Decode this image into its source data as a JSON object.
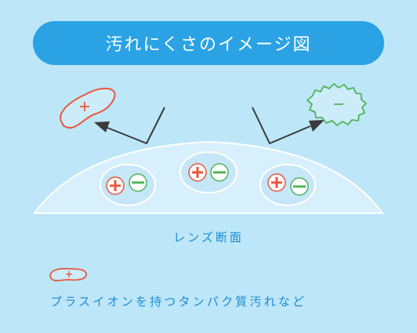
{
  "title": "汚れにくさのイメージ図",
  "lens_caption": "レンズ断面",
  "legend_text": "プラスイオンを持つタンパク質汚れなど",
  "symbols": {
    "plus": "+",
    "minus": "−"
  },
  "colors": {
    "background": "#bde6f8",
    "title_bg": "#2aa2e4",
    "text_blue": "#1d8bd1",
    "plus_red": "#e8573f",
    "minus_green": "#4fb457"
  }
}
